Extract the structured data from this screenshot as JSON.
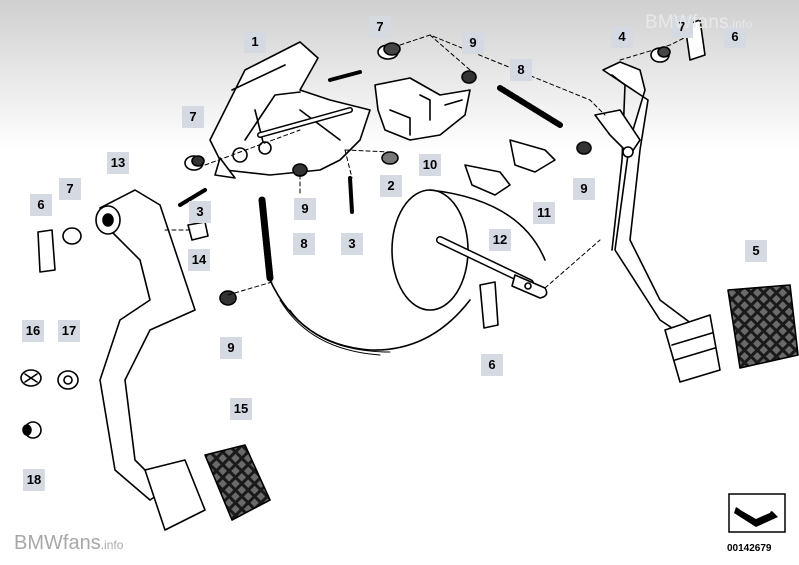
{
  "watermark": {
    "brand_left": "BMW",
    "brand_right": "fans",
    "suffix": ".info"
  },
  "reference_number": "00142679",
  "callouts": [
    {
      "id": "c-1",
      "label": "1"
    },
    {
      "id": "c-7a",
      "label": "7"
    },
    {
      "id": "c-9a",
      "label": "9"
    },
    {
      "id": "c-8a",
      "label": "8"
    },
    {
      "id": "c-4",
      "label": "4"
    },
    {
      "id": "c-7b",
      "label": "7"
    },
    {
      "id": "c-6a",
      "label": "6"
    },
    {
      "id": "c-7c",
      "label": "7"
    },
    {
      "id": "c-13",
      "label": "13"
    },
    {
      "id": "c-7d",
      "label": "7"
    },
    {
      "id": "c-6b",
      "label": "6"
    },
    {
      "id": "c-3a",
      "label": "3"
    },
    {
      "id": "c-14",
      "label": "14"
    },
    {
      "id": "c-9b",
      "label": "9"
    },
    {
      "id": "c-8b",
      "label": "8"
    },
    {
      "id": "c-3b",
      "label": "3"
    },
    {
      "id": "c-2",
      "label": "2"
    },
    {
      "id": "c-10",
      "label": "10"
    },
    {
      "id": "c-11",
      "label": "11"
    },
    {
      "id": "c-9c",
      "label": "9"
    },
    {
      "id": "c-12",
      "label": "12"
    },
    {
      "id": "c-5",
      "label": "5"
    },
    {
      "id": "c-9d",
      "label": "9"
    },
    {
      "id": "c-6c",
      "label": "6"
    },
    {
      "id": "c-16",
      "label": "16"
    },
    {
      "id": "c-17",
      "label": "17"
    },
    {
      "id": "c-18",
      "label": "18"
    },
    {
      "id": "c-15",
      "label": "15"
    }
  ]
}
